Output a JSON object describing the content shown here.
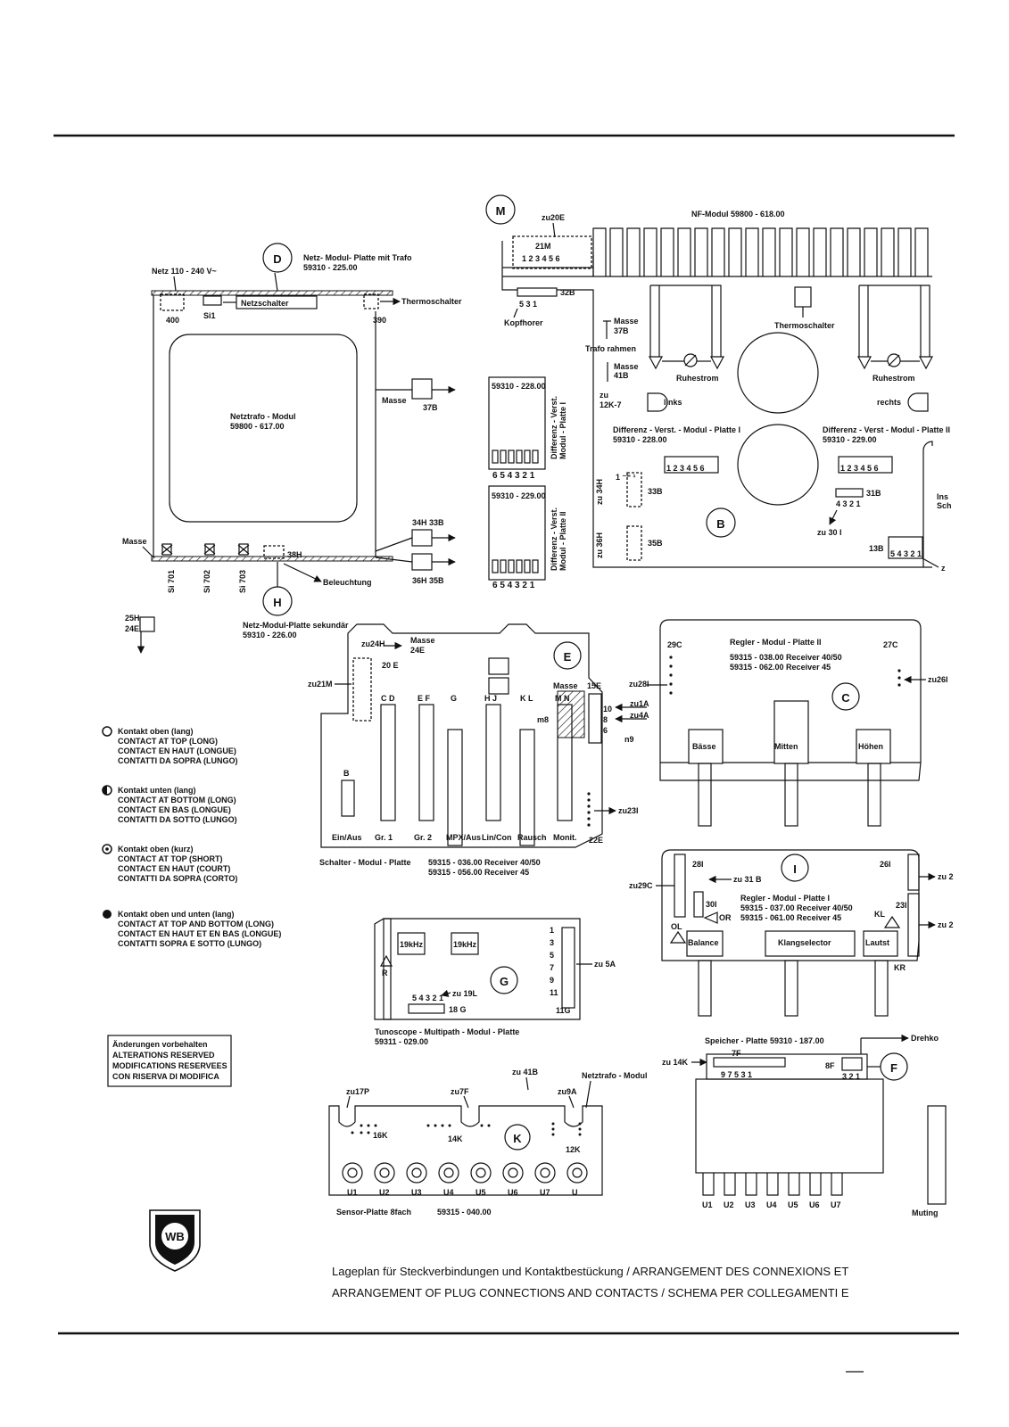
{
  "boards": {
    "D": {
      "letter": "D",
      "title": "Netz- Modul- Platte mit Trafo",
      "part": "59310 - 225.00",
      "netz": "Netz 110 - 240 V~",
      "netzschalter": "Netzschalter",
      "thermoschalter": "Thermoschalter",
      "c400": "400",
      "si1": "Si1",
      "c390": "390",
      "trafo_title": "Netztrafo - Modul",
      "trafo_part": "59800 - 617.00",
      "masse": "Masse",
      "c37b": "37B",
      "c34h33b": "34H  33B",
      "c36h35b": "36H  35B",
      "masse_left": "Masse",
      "c38h": "38H",
      "si701": "Si 701",
      "si702": "Si 702",
      "si703": "Si 703",
      "beleuchtung": "Beleuchtung",
      "c25h": "25H",
      "c24e": "24E"
    },
    "H": {
      "letter": "H",
      "title": "Netz-Modul-Platte sekundär",
      "part": "59310 - 226.00"
    },
    "M": {
      "letter": "M",
      "zu20e": "zu20E",
      "c21m": "21M",
      "c21m_pins": "1 2 3 4 5 6",
      "nf_modul": "NF-Modul  59800 - 618.00",
      "c32b": "32B",
      "c32b_pins": "5  3  1",
      "kopfhorer": "Kopfhorer",
      "masse37": "Masse",
      "c37b": "37B",
      "trafo_rahmen": "Trafo rahmen",
      "masse41": "Masse",
      "c41b": "41B",
      "zu12k": "zu",
      "c12k7": "12K-7",
      "thermoschalter": "Thermoschalter",
      "ruhestrom_l": "Ruhestrom",
      "links": "links",
      "ruhestrom_r": "Ruhestrom",
      "rechts": "rechts"
    },
    "B": {
      "letter": "B",
      "p1_part": "59310 - 228.00",
      "p1_pins": "6 5 4 3 2 1",
      "p1_label1": "Differenz - Verst.",
      "p1_label2": "Modul - Platte I",
      "p2_part": "59310 - 229.00",
      "p2_pins": "6 5 4 3 2 1",
      "p2_label1": "Differenz - Verst.",
      "p2_label2": "Modul - Platte II",
      "dv1_title": "Differenz - Verst. - Modul - Platte I",
      "dv1_part": "59310 - 228.00",
      "dv1_pins": "1 2 3 4 5 6",
      "dv2_title": "Differenz - Verst - Modul - Platte II",
      "dv2_part": "59310 - 229.00",
      "dv2_pins": "1 2 3 4 5 6",
      "zu34h": "zu 34H",
      "c33b": "33B",
      "zu36h": "zu 36H",
      "c35b": "35B",
      "c31b": "31B",
      "c31b_pins": "4 3 2 1",
      "zu30i": "zu 30 I",
      "c13b": "13B",
      "c13b_pins": "5 4 3 2 1",
      "ins": "Ins",
      "sch": "Sch",
      "z": "z"
    },
    "E": {
      "letter": "E",
      "zu24h": "zu24H",
      "masse": "Masse",
      "c24e": "24E",
      "c20e": "20 E",
      "zu21m": "zu21M",
      "masse_h": "Masse",
      "c15e": "15E",
      "zu1a": "zu1A",
      "zu4a": "zu4A",
      "n9": "n9",
      "m8": "m8",
      "c10": "10",
      "c8": "8",
      "c6": "6",
      "zu23i": "zu23I",
      "c22e": "22E",
      "cols": [
        "C  D",
        "E  F",
        "G",
        "H    J",
        "K   L",
        "M  N"
      ],
      "switches": [
        "Ein/Aus",
        "Gr. 1",
        "Gr. 2",
        "MPX/Aus",
        "Lin/Con",
        "Rausch",
        "Monit."
      ],
      "title": "Schalter - Modul - Platte",
      "part1": "59315 - 036.00  Receiver 40/50",
      "part2": "59315 - 056.00  Receiver 45",
      "b_label": "B"
    },
    "C": {
      "letter": "C",
      "c29c": "29C",
      "c27c": "27C",
      "title": "Regler - Modul - Platte II",
      "part1": "59315 - 038.00  Receiver 40/50",
      "part2": "59315 - 062.00  Receiver 45",
      "zu28i": "zu28I",
      "zu26i": "zu26I",
      "basse": "Bässe",
      "mitten": "Mitten",
      "hohen": "Höhen"
    },
    "I": {
      "letter": "I",
      "c28i": "28I",
      "c26i": "26I",
      "zu29c": "zu29C",
      "zu31b": "zu 31 B",
      "c30i": "30I",
      "or": "OR",
      "ol": "OL",
      "title": "Regler - Modul - Platte I",
      "part1": "59315 - 037.00  Receiver 40/50",
      "part2": "59315 - 061.00  Receiver 45",
      "balance": "Balance",
      "klangselector": "Klangselector",
      "lautst": "Lautst",
      "kl": "KL",
      "kr": "KR",
      "zu2a": "zu 2",
      "zu2b": "zu 2",
      "c23i": "23I"
    },
    "G": {
      "letter": "G",
      "khz1": "19kHz",
      "khz2": "19kHz",
      "r": "R",
      "c54321": "5 4 3 2 1",
      "zu19l": "zu 19L",
      "c18g": "18 G",
      "c11g": "11G",
      "zu5a": "zu 5A",
      "pins": [
        "1",
        "3",
        "5",
        "7",
        "9",
        "11"
      ],
      "title": "Tunoscope - Multipath - Modul - Platte",
      "part": "59311 - 029.00"
    },
    "F": {
      "letter": "F",
      "title": "Speicher - Platte  59310 - 187.00",
      "zu14k": "zu 14K",
      "c7f": "7F",
      "c7f_pins": "9  7  5  3  1",
      "c8f": "8F",
      "c8f_pins": "3 2 1",
      "drehko": "Drehko",
      "u_pins": [
        "U1",
        "U2",
        "U3",
        "U4",
        "U5",
        "U6",
        "U7"
      ],
      "muting": "Muting"
    },
    "K": {
      "letter": "K",
      "zu17p": "zu17P",
      "zu7f": "zu7F",
      "zu41b": "zu 41B",
      "zu9a": "zu9A",
      "netztrafo": "Netztrafo - Modul",
      "c16k": "16K",
      "c14k": "14K",
      "c12k": "12K",
      "title": "Sensor-Platte 8fach",
      "part": "59315 - 040.00",
      "u_pins": [
        "U1",
        "U2",
        "U3",
        "U4",
        "U5",
        "U6",
        "U7",
        "U"
      ]
    }
  },
  "legend": [
    {
      "symbol": "open-circle",
      "lines": [
        "Kontakt oben (lang)",
        "CONTACT AT TOP (LONG)",
        "CONTACT EN HAUT (LONGUE)",
        "CONTATTI DA SOPRA (LUNGO)"
      ]
    },
    {
      "symbol": "half-circle",
      "lines": [
        "Kontakt unten (lang)",
        "CONTACT AT BOTTOM (LONG)",
        "CONTACT EN BAS (LONGUE)",
        "CONTATTI DA SOTTO (LUNGO)"
      ]
    },
    {
      "symbol": "dot-circle",
      "lines": [
        "Kontakt oben (kurz)",
        "CONTACT AT TOP (SHORT)",
        "CONTACT EN HAUT (COURT)",
        "CONTATTI DA SOPRA (CORTO)"
      ]
    },
    {
      "symbol": "filled-circle",
      "lines": [
        "Kontakt oben und unten (lang)",
        "CONTACT AT TOP AND BOTTOM (LONG)",
        "CONTACT EN HAUT ET EN BAS (LONGUE)",
        "CONTATTI SOPRA E SOTTO (LUNGO)"
      ]
    }
  ],
  "reserved": [
    "Änderungen vorbehalten",
    "ALTERATIONS RESERVED",
    "MODIFICATIONS RESERVEES",
    "CON RISERVA DI MODIFICA"
  ],
  "footer": {
    "line1": "Lageplan für Steckverbindungen und Kontaktbestückung / ARRANGEMENT DES CONNEXIONS ET",
    "line2": "ARRANGEMENT OF PLUG CONNECTIONS AND CONTACTS / SCHEMA PER COLLEGAMENTI E",
    "logo": "WB"
  },
  "icons": {
    "logo": "wb-shield-logo"
  }
}
